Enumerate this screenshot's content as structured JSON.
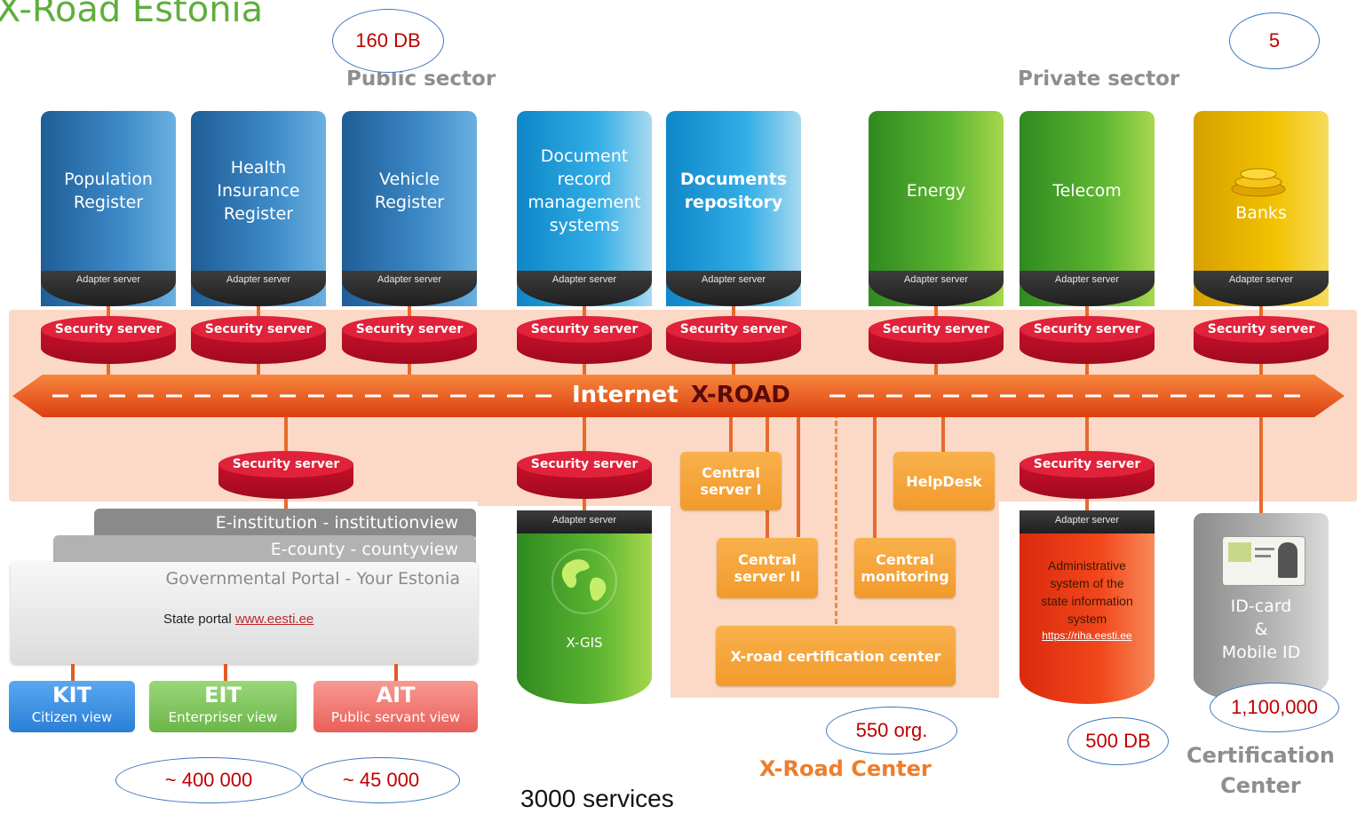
{
  "title": "X-Road Estonia",
  "sectors": {
    "public": "Public sector",
    "private": "Private sector"
  },
  "adapter_label": "Adapter server",
  "security_label": "Security server",
  "databases": [
    {
      "name": "population-register",
      "label": "Population\nRegister",
      "color": "blue"
    },
    {
      "name": "health-insurance-register",
      "label": "Health\nInsurance\nRegister",
      "color": "blue"
    },
    {
      "name": "vehicle-register",
      "label": "Vehicle\nRegister",
      "color": "blue"
    },
    {
      "name": "document-record-management",
      "label": "Document\nrecord\nmanagement\nsystems",
      "color": "cyan"
    },
    {
      "name": "documents-repository",
      "label": "Documents\nrepository",
      "color": "cyan",
      "bold": true
    },
    {
      "name": "energy",
      "label": "Energy",
      "color": "green"
    },
    {
      "name": "telecom",
      "label": "Telecom",
      "color": "green"
    },
    {
      "name": "banks",
      "label": "Banks",
      "color": "yellow"
    }
  ],
  "backbone": {
    "internet": "Internet",
    "xroad": "X-ROAD"
  },
  "center_boxes": {
    "central_server_1": "Central\nserver I",
    "central_server_2": "Central\nserver II",
    "central_monitoring": "Central\nmonitoring",
    "helpdesk": "HelpDesk",
    "certification": "X-road certification center"
  },
  "portal": {
    "institution": "E-institution - institutionview",
    "county": "E-county - countyview",
    "governmental": "Governmental Portal - Your Estonia",
    "state_portal_text": "State portal",
    "state_portal_link": "www.eesti.ee"
  },
  "views": [
    {
      "name": "kit",
      "abbr": "KIT",
      "label": "Citizen view",
      "color": "#3a8ee0"
    },
    {
      "name": "eit",
      "abbr": "EIT",
      "label": "Enterpriser view",
      "color": "#7cc25a"
    },
    {
      "name": "ait",
      "abbr": "AIT",
      "label": "Public servant view",
      "color": "#ef6c6a"
    }
  ],
  "xgis": {
    "adapter": "Adapter server",
    "label": "X-GIS"
  },
  "riha": {
    "adapter": "Adapter server",
    "label": "Administrative\nsystem of the\nstate information\nsystem",
    "link": "https://riha.eesti.ee"
  },
  "idcard": {
    "label": "ID-card\n&\nMobile ID"
  },
  "captions": {
    "xroad_center": "X-Road Center",
    "cert_center": "Certification\nCenter",
    "services": "3000 services"
  },
  "callouts": {
    "public_db": "160 DB",
    "private": "5",
    "citizens": "~ 400 000",
    "servants": "~ 45 000",
    "orgs": "550 org.",
    "riha_db": "500 DB",
    "idcards": "1,100,000"
  },
  "colors": {
    "title": "#5fae3c",
    "callout_text": "#c00000",
    "callout_border": "#3a78c0",
    "security": "#e0223a",
    "backbone": "#e8541e"
  }
}
